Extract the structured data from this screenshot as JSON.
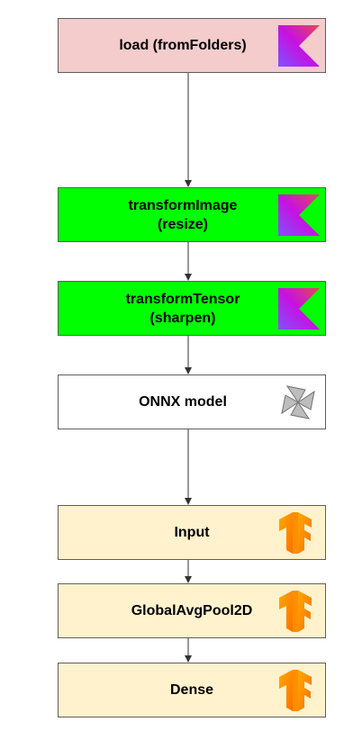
{
  "colors": {
    "kotlin_node": "#f4cccc",
    "transform_node": "#00ff00",
    "onnx_node": "#ffffff",
    "layer_node": "#fff2cc",
    "border": "#5f5f5f",
    "arrow": "#333333"
  },
  "nodes": [
    {
      "id": "load",
      "label": "load (fromFolders)",
      "icon": "kotlin-logo-icon",
      "fill": "#f4cccc"
    },
    {
      "id": "transform-image",
      "label": "transformImage\n(resize)",
      "icon": "kotlin-logo-icon",
      "fill": "#00ff00"
    },
    {
      "id": "transform-tensor",
      "label": "transformTensor\n(sharpen)",
      "icon": "kotlin-logo-icon",
      "fill": "#00ff00"
    },
    {
      "id": "onnx-model",
      "label": "ONNX model",
      "icon": "onnx-logo-icon",
      "fill": "#ffffff"
    },
    {
      "id": "input",
      "label": "Input",
      "icon": "tensorflow-logo-icon",
      "fill": "#fff2cc"
    },
    {
      "id": "global-avg-pool",
      "label": "GlobalAvgPool2D",
      "icon": "tensorflow-logo-icon",
      "fill": "#fff2cc"
    },
    {
      "id": "dense",
      "label": "Dense",
      "icon": "tensorflow-logo-icon",
      "fill": "#fff2cc"
    }
  ],
  "edges": [
    {
      "from": "load",
      "to": "transform-image"
    },
    {
      "from": "transform-image",
      "to": "transform-tensor"
    },
    {
      "from": "transform-tensor",
      "to": "onnx-model"
    },
    {
      "from": "onnx-model",
      "to": "input"
    },
    {
      "from": "input",
      "to": "global-avg-pool"
    },
    {
      "from": "global-avg-pool",
      "to": "dense"
    }
  ]
}
